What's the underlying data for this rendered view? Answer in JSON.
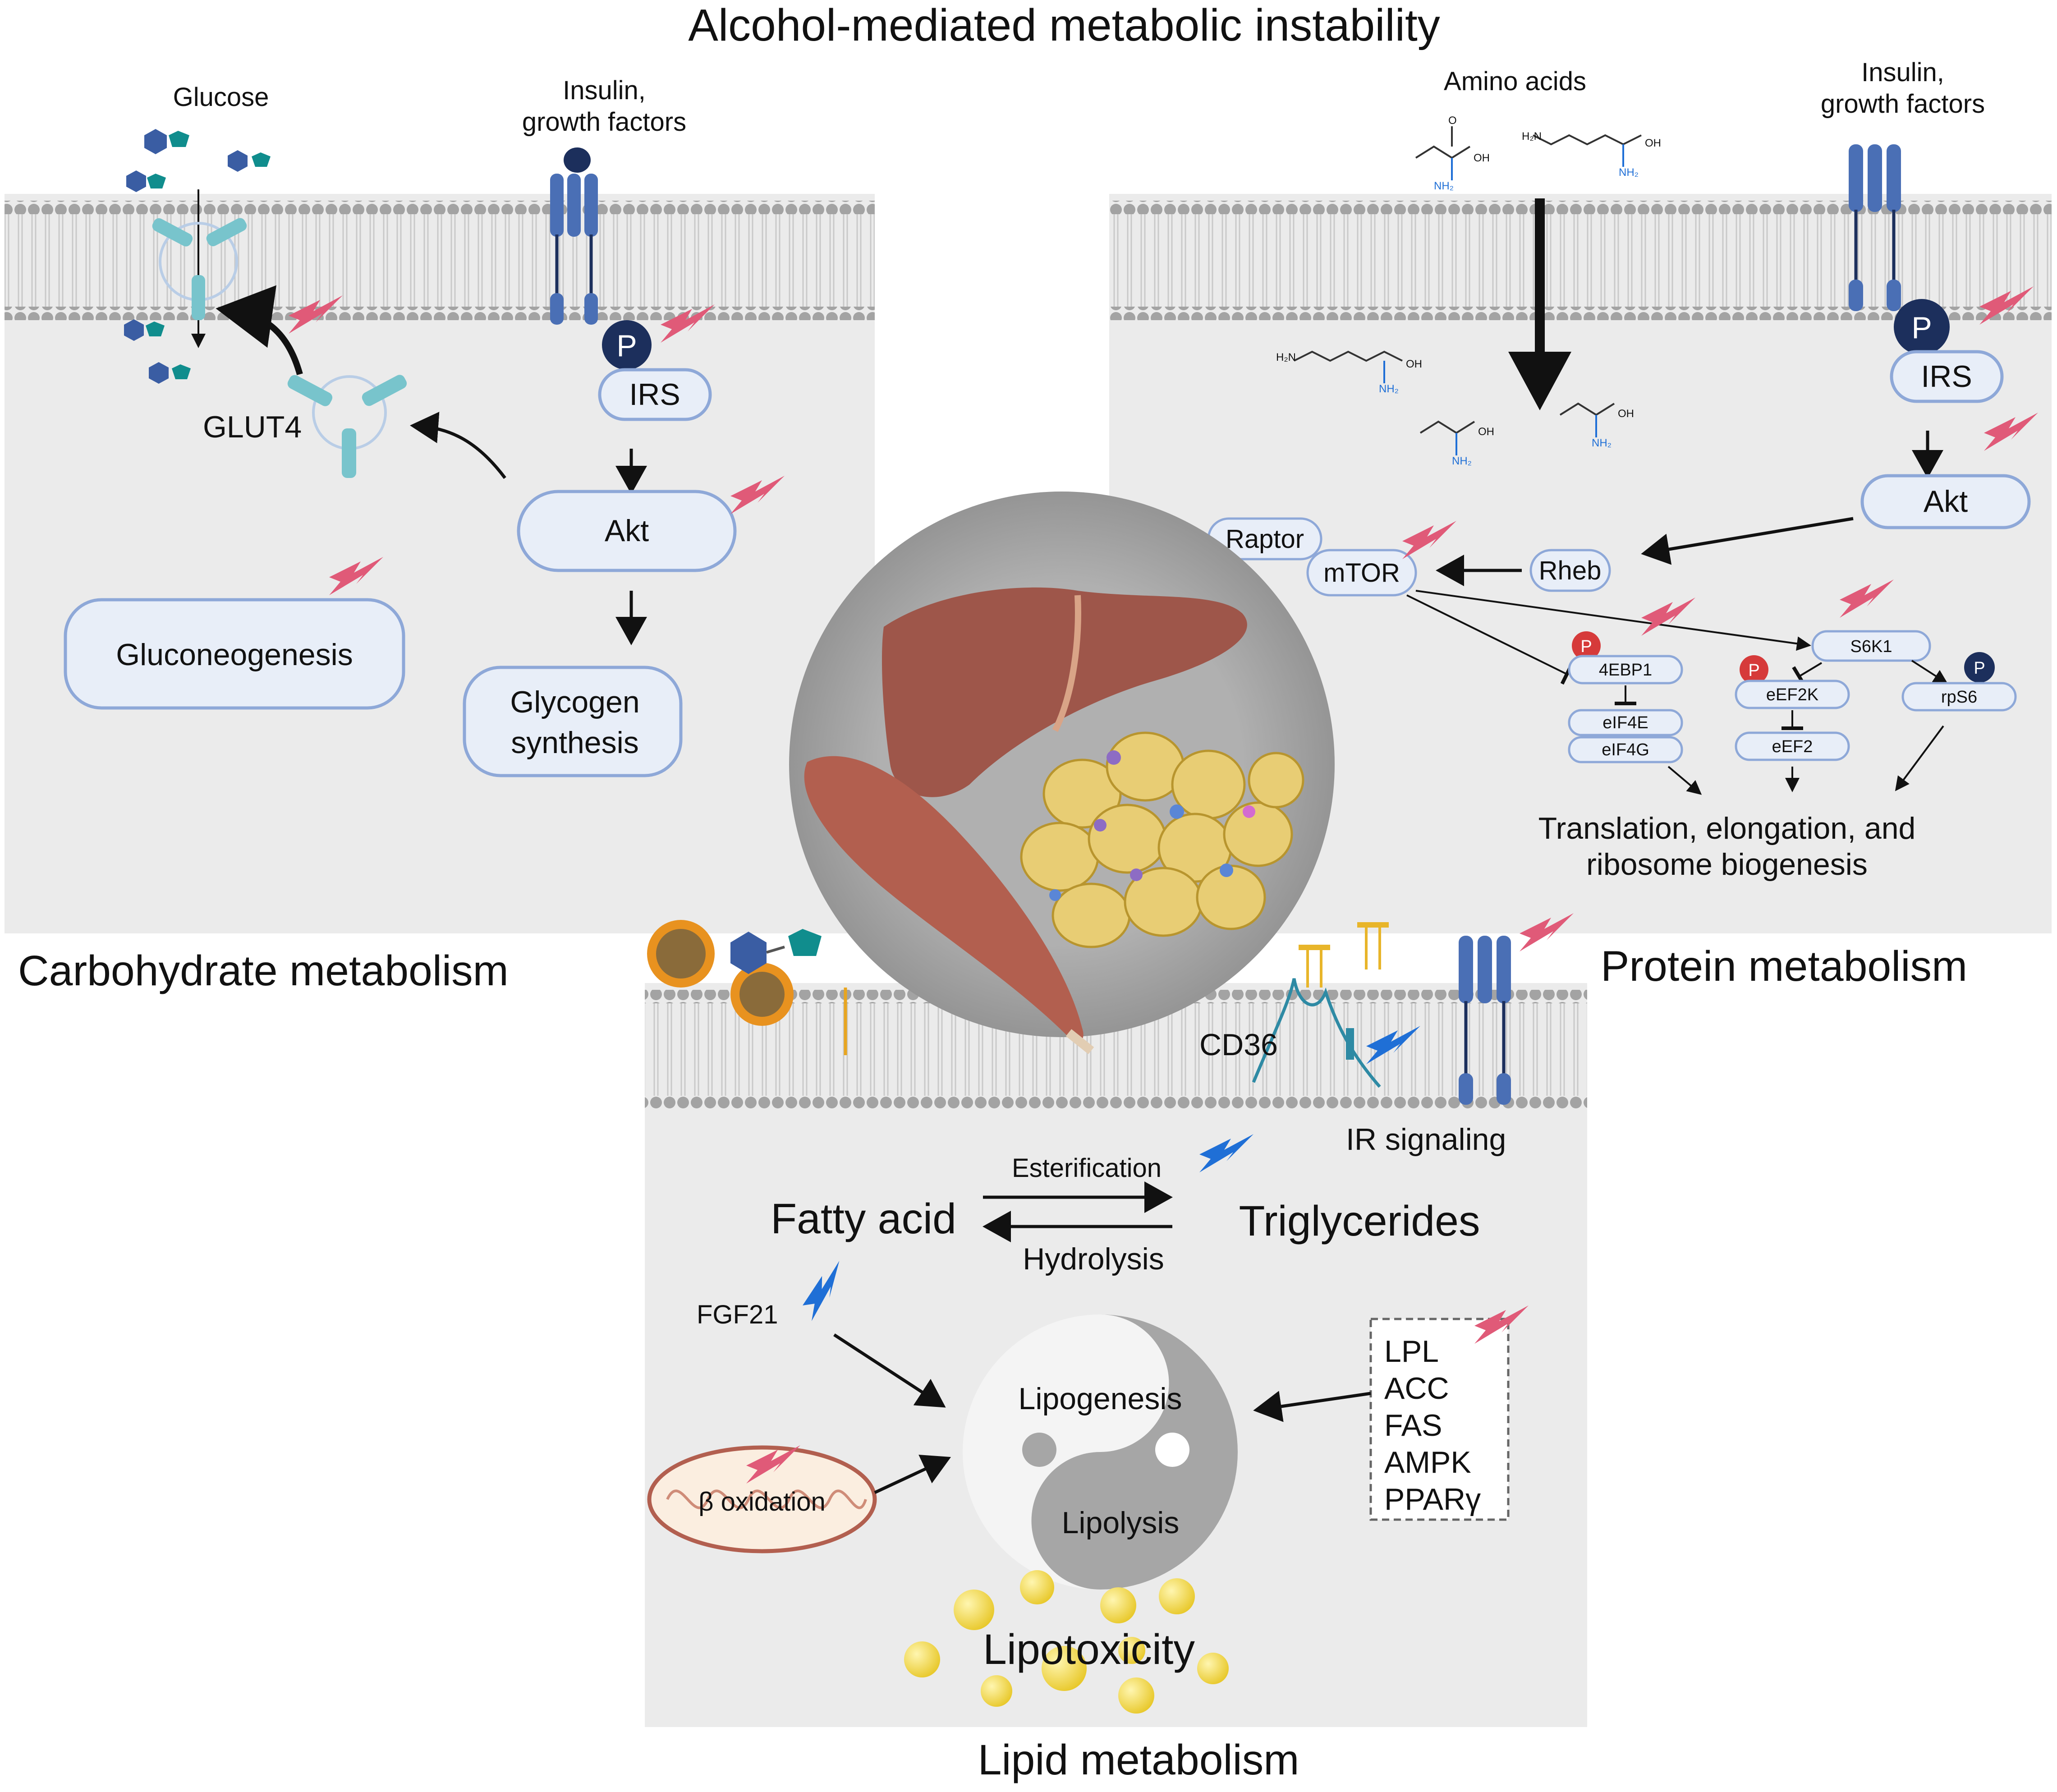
{
  "title": "Alcohol-mediated metabolic instability",
  "panels": {
    "carbohydrate": {
      "label": "Carbohydrate metabolism",
      "glucose": "Glucose",
      "insulin": "Insulin,",
      "growth_factors": "growth factors",
      "p": "P",
      "irs": "IRS",
      "akt": "Akt",
      "glut4": "GLUT4",
      "gluconeogenesis": "Gluconeogenesis",
      "glycogen_1": "Glycogen",
      "glycogen_2": "synthesis"
    },
    "protein": {
      "label": "Protein metabolism",
      "amino_acids": "Amino acids",
      "insulin": "Insulin,",
      "growth_factors": "growth factors",
      "p": "P",
      "irs": "IRS",
      "akt": "Akt",
      "raptor": "Raptor",
      "mtor": "mTOR",
      "rheb": "Rheb",
      "s6k1": "S6K1",
      "ebp1": "4EBP1",
      "eif4e": "eIF4E",
      "eif4g": "eIF4G",
      "eef2k": "eEF2K",
      "eef2": "eEF2",
      "rps6": "rpS6",
      "out_1": "Translation, elongation, and",
      "out_2": "ribosome biogenesis",
      "chem_oh": "OH",
      "chem_o": "O",
      "chem_nh2": "NH₂",
      "chem_h2n": "H₂N"
    },
    "lipid": {
      "label": "Lipid metabolism",
      "cd36": "CD36",
      "ir_signaling": "IR signaling",
      "esterification": "Esterification",
      "fatty_acid": "Fatty acid",
      "triglycerides": "Triglycerides",
      "hydrolysis": "Hydrolysis",
      "fgf21": "FGF21",
      "lipogenesis": "Lipogenesis",
      "lipolysis": "Lipolysis",
      "beta_oxidation": "β oxidation",
      "lipotoxicity": "Lipotoxicity",
      "genes": [
        "LPL",
        "ACC",
        "FAS",
        "AMPK",
        "PPARγ"
      ]
    }
  },
  "colors": {
    "panel_bg": "#ebebeb",
    "membrane_head": "#a3a3a3",
    "node_fill": "#e8eef8",
    "node_stroke": "#8ea8d8",
    "alcohol_bolt": "#e05a78",
    "blue_bolt": "#1f6fd6",
    "receptor": "#4a6fb5",
    "phospho_dark": "#1c2f5c",
    "phospho_red": "#d63a3a",
    "glut": "#78c4cc",
    "liver": "#9e564a",
    "muscle": "#b25f4f",
    "adipocyte": "#e8cd74",
    "lipid_droplet": "#f2da4a"
  },
  "icons": [
    "glucose-icon",
    "amino-acid-icon",
    "insulin-receptor-icon",
    "glut4-transporter-icon",
    "alcohol-damage-bolt-icon",
    "blue-bolt-icon",
    "liver-icon",
    "muscle-icon",
    "adipose-tissue-icon",
    "mitochondrion-icon",
    "yin-yang-icon",
    "lipid-droplet-icon",
    "cd36-transporter-icon",
    "lipoprotein-icon"
  ]
}
